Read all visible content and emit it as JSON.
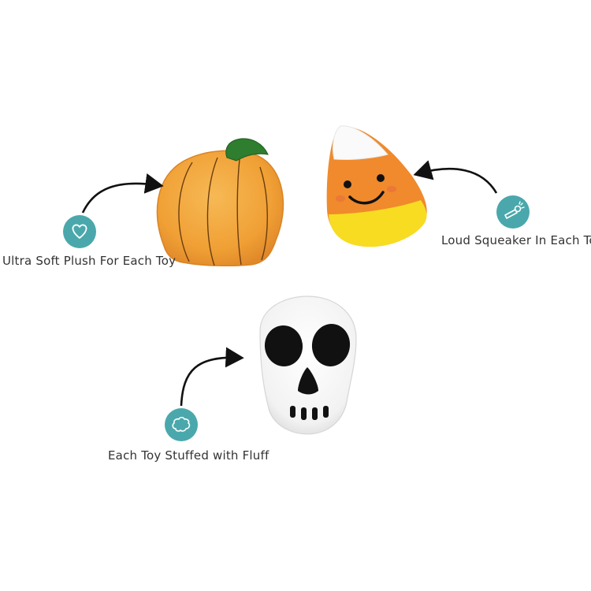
{
  "features": {
    "plush": {
      "label": "Ultra Soft Plush For Each Toy",
      "icon": "heart-icon"
    },
    "squeaker": {
      "label": "Loud Squeaker In Each Toy",
      "icon": "squeaker-icon"
    },
    "fluff": {
      "label": "Each Toy Stuffed with Fluff",
      "icon": "fluff-icon"
    }
  },
  "products": [
    "pumpkin-plush-toy",
    "candy-corn-plush-toy",
    "skull-plush-toy"
  ],
  "colors": {
    "icon_teal": "#4aa8ac",
    "pumpkin": "#f2a43c",
    "stem": "#2f7d2e",
    "candy_orange": "#f08a2c",
    "candy_yellow": "#f7dc22",
    "skull_white": "#f7f7f7"
  }
}
